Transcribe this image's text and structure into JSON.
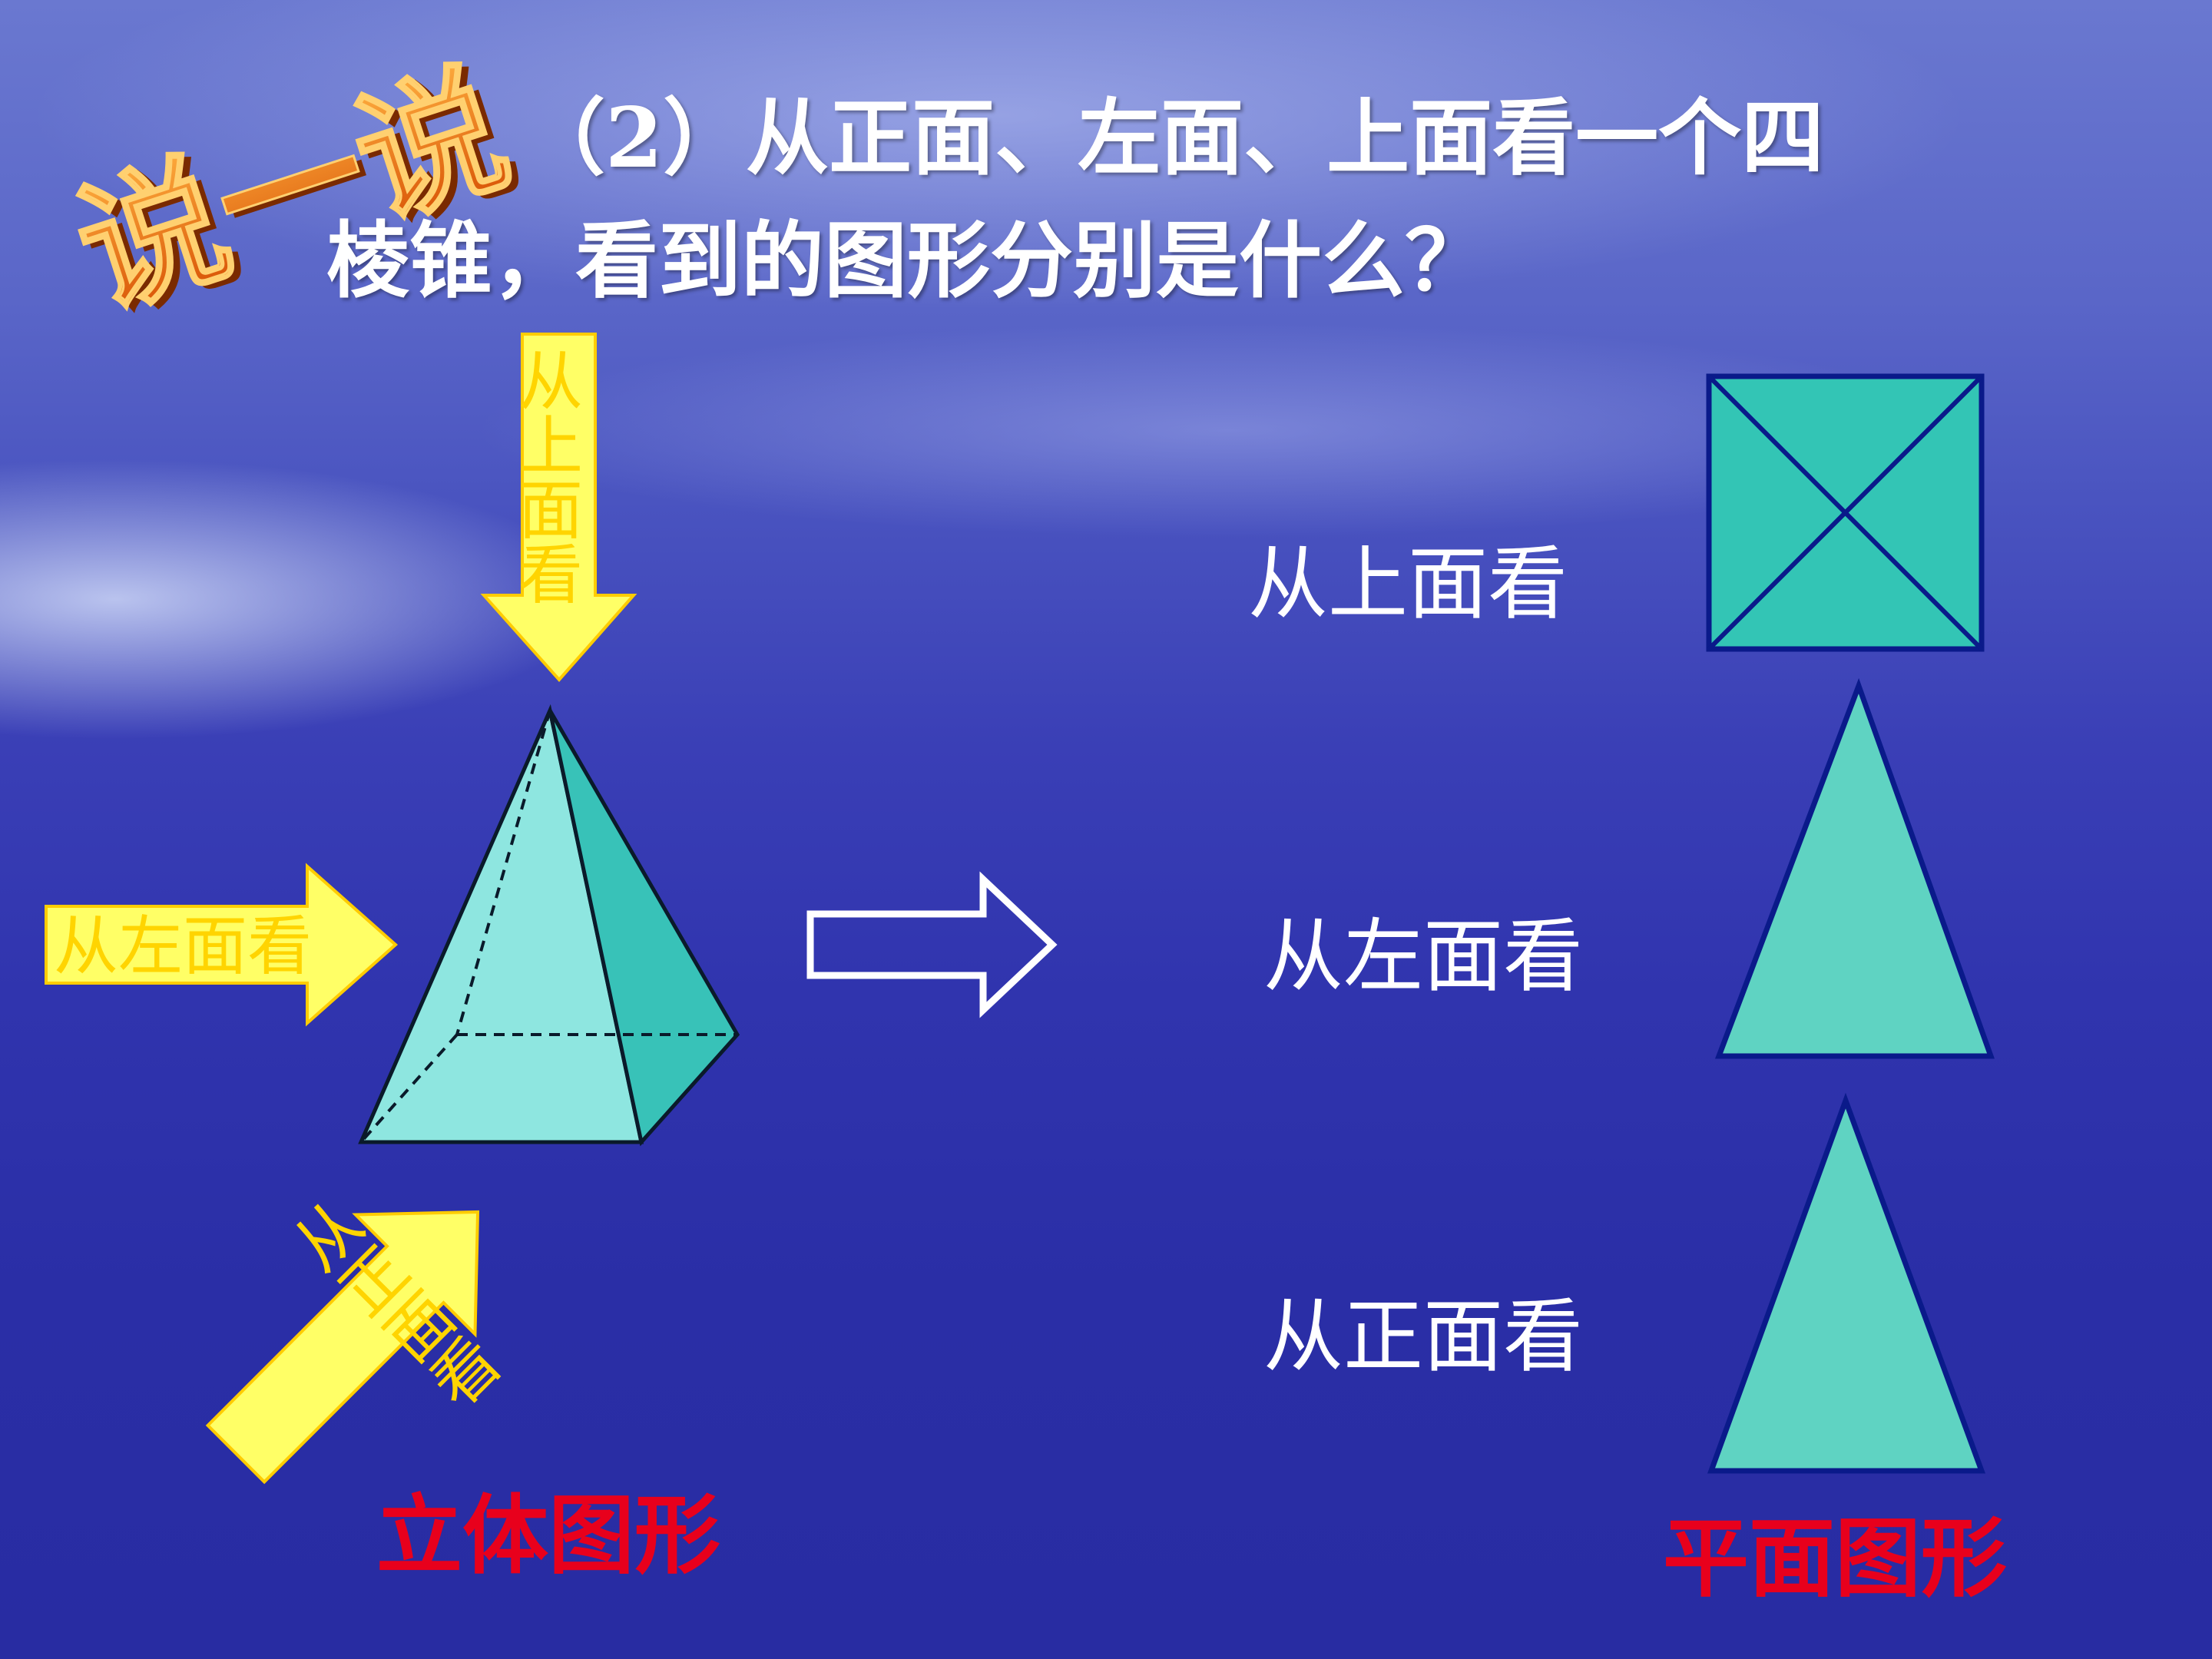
{
  "badge": {
    "text": "说一说",
    "color": "#e06a10"
  },
  "question": {
    "line1": "（2）从正面、左面、上面看一个四",
    "line2": "棱锥，看到的图形分别是什么？"
  },
  "arrows": {
    "top": [
      "从",
      "上",
      "面",
      "看"
    ],
    "left": "从左面看",
    "front": "从正面看",
    "fill": "#ffff66",
    "stroke": "#ffcc00"
  },
  "views": {
    "top_label": "从上面看",
    "left_label": "从左面看",
    "front_label": "从正面看"
  },
  "captions": {
    "solid": "立体图形",
    "plane": "平面图形"
  },
  "colors": {
    "shape_fill": "#5fd3c2",
    "shape_dark": "#33c5b5",
    "shape_stroke": "#0a1a8a",
    "pyramid_front": "#8ee6e0",
    "pyramid_side": "#38c2b8"
  }
}
